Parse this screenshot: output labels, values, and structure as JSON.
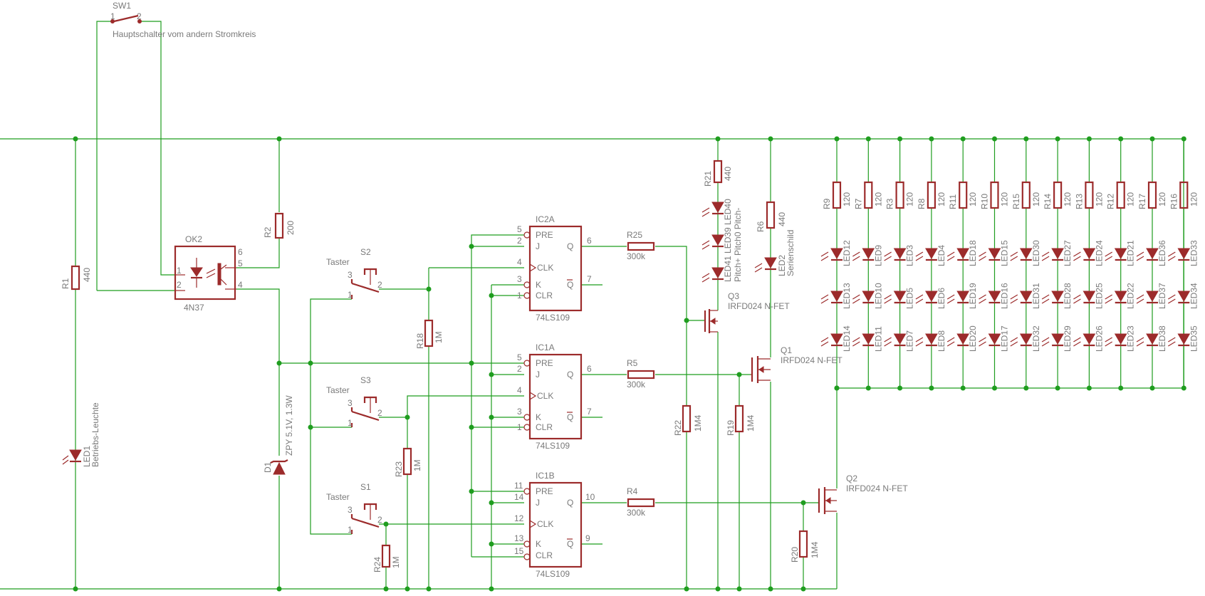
{
  "sw1": {
    "name": "SW1",
    "pin1": "1",
    "pin2": "2",
    "note": "Hauptschalter vom andern Stromkreis"
  },
  "ok2": {
    "name": "OK2",
    "part": "4N37",
    "pins": [
      "1",
      "2",
      "6",
      "5",
      "4"
    ]
  },
  "r1": {
    "name": "R1",
    "value": "440"
  },
  "r2": {
    "name": "R2",
    "value": "200"
  },
  "led1": {
    "name": "LED1",
    "desc": "Betriebs-Leuchte"
  },
  "d1": {
    "name": "D1",
    "value": "ZPY 5.1V, 1.3W"
  },
  "switches": [
    {
      "label": "Taster",
      "name": "S2",
      "p3": "3",
      "p2": "2",
      "p1": "1"
    },
    {
      "label": "Taster",
      "name": "S3",
      "p3": "3",
      "p2": "2",
      "p1": "1"
    },
    {
      "label": "Taster",
      "name": "S1",
      "p3": "3",
      "p2": "2",
      "p1": "1"
    }
  ],
  "r18": {
    "name": "R18",
    "value": "1M"
  },
  "r23": {
    "name": "R23",
    "value": "1M"
  },
  "r24": {
    "name": "R24",
    "value": "1M"
  },
  "ff": {
    "pre": "PRE",
    "j": "J",
    "clk": "CLK",
    "k": "K",
    "clr": "CLR",
    "q": "Q",
    "qn": "Q",
    "units": [
      {
        "name": "IC2A",
        "part": "74LS109",
        "pins": [
          "5",
          "2",
          "4",
          "3",
          "1",
          "6",
          "7"
        ]
      },
      {
        "name": "IC1A",
        "part": "74LS109",
        "pins": [
          "5",
          "2",
          "4",
          "3",
          "1",
          "6",
          "7"
        ]
      },
      {
        "name": "IC1B",
        "part": "74LS109",
        "pins": [
          "11",
          "14",
          "12",
          "13",
          "15",
          "10",
          "9"
        ]
      }
    ]
  },
  "r25": {
    "name": "R25",
    "value": "300k"
  },
  "r5": {
    "name": "R5",
    "value": "300k"
  },
  "r4": {
    "name": "R4",
    "value": "300k"
  },
  "r21": {
    "name": "R21",
    "value": "440"
  },
  "led_stack": {
    "names": "LED41 LED39 LED40",
    "desc": "Pitch+ Pitch0 Pitch-"
  },
  "r6": {
    "name": "R6",
    "value": "440"
  },
  "led2": {
    "name": "LED2",
    "desc": "Serienschild"
  },
  "q3": {
    "name": "Q3",
    "part": "IRFD024 N-FET"
  },
  "q1": {
    "name": "Q1",
    "part": "IRFD024 N-FET"
  },
  "q2": {
    "name": "Q2",
    "part": "IRFD024 N-FET"
  },
  "r22": {
    "name": "R22",
    "value": "1M4"
  },
  "r19": {
    "name": "R19",
    "value": "1M4"
  },
  "r20": {
    "name": "R20",
    "value": "1M4"
  },
  "led_array": {
    "resistor_value": "120",
    "columns": [
      {
        "r": "R9",
        "leds": [
          "LED12",
          "LED13",
          "LED14"
        ]
      },
      {
        "r": "R7",
        "leds": [
          "LED9",
          "LED10",
          "LED11"
        ]
      },
      {
        "r": "R3",
        "leds": [
          "LED3",
          "LED5",
          "LED7"
        ]
      },
      {
        "r": "R8",
        "leds": [
          "LED4",
          "LED6",
          "LED8"
        ]
      },
      {
        "r": "R11",
        "leds": [
          "LED18",
          "LED19",
          "LED20"
        ]
      },
      {
        "r": "R10",
        "leds": [
          "LED15",
          "LED16",
          "LED17"
        ]
      },
      {
        "r": "R15",
        "leds": [
          "LED30",
          "LED31",
          "LED32"
        ]
      },
      {
        "r": "R14",
        "leds": [
          "LED27",
          "LED28",
          "LED29"
        ]
      },
      {
        "r": "R13",
        "leds": [
          "LED24",
          "LED25",
          "LED26"
        ]
      },
      {
        "r": "R12",
        "leds": [
          "LED21",
          "LED22",
          "LED23"
        ]
      },
      {
        "r": "R17",
        "leds": [
          "LED36",
          "LED37",
          "LED38"
        ]
      },
      {
        "r": "R16",
        "leds": [
          "LED33",
          "LED34",
          "LED35"
        ]
      }
    ]
  }
}
